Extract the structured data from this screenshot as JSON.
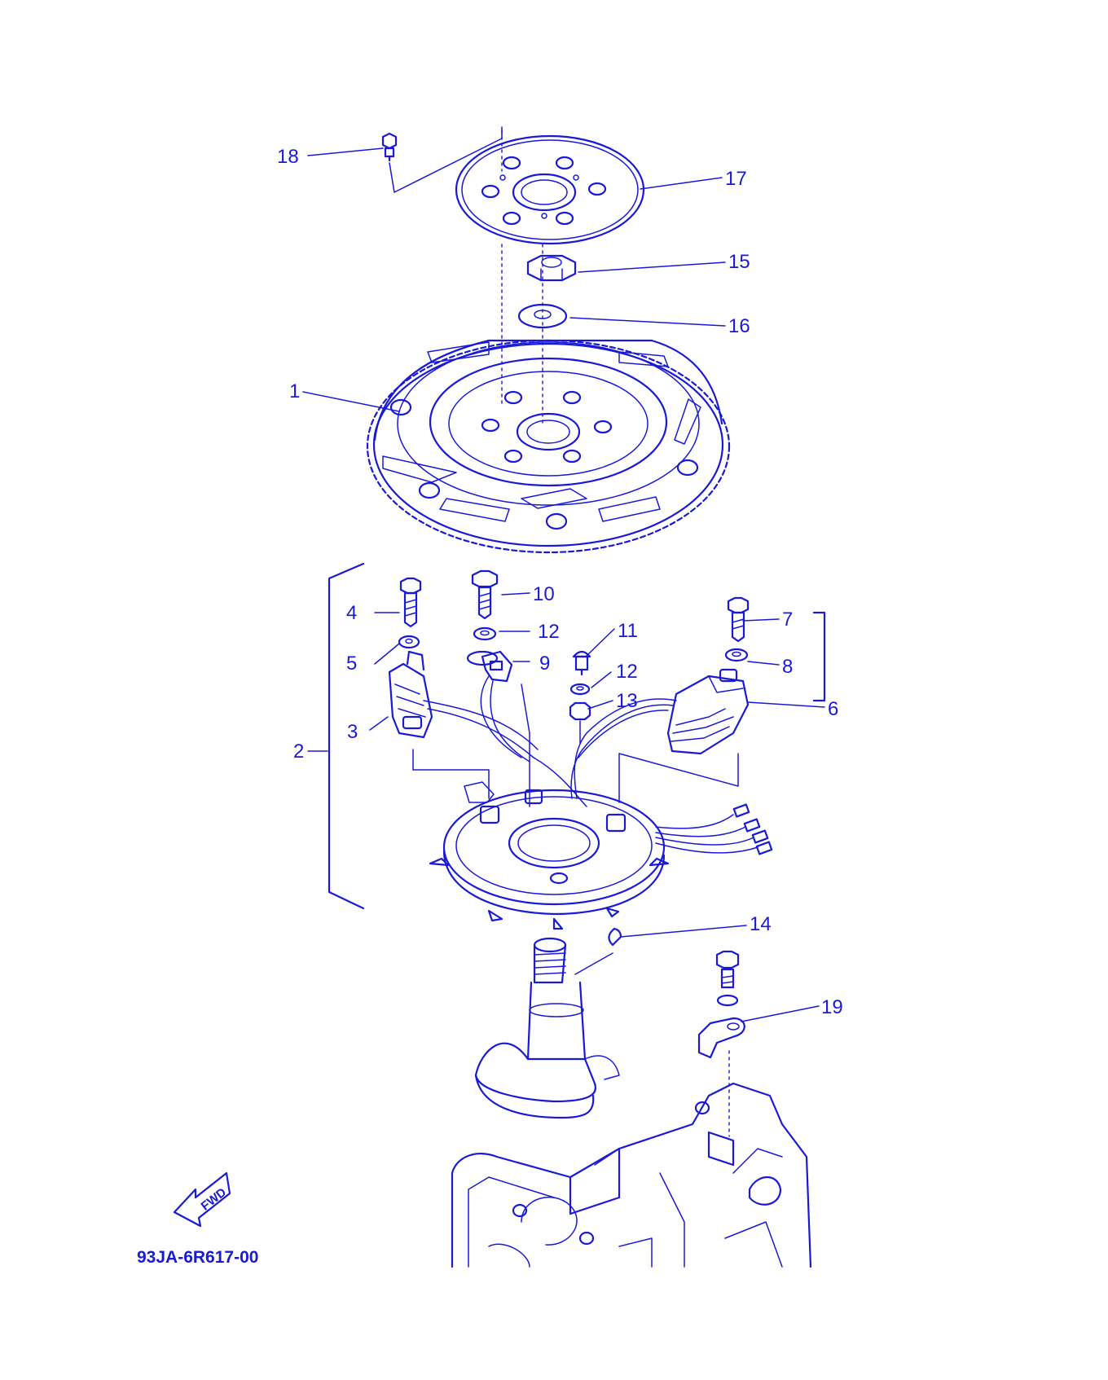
{
  "labels": {
    "p1": "1",
    "p2": "2",
    "p3": "3",
    "p4": "4",
    "p5": "5",
    "p6": "6",
    "p7": "7",
    "p8": "8",
    "p9": "9",
    "p10": "10",
    "p11": "11",
    "p12a": "12",
    "p12b": "12",
    "p13": "13",
    "p14": "14",
    "p15": "15",
    "p16": "16",
    "p17": "17",
    "p18": "18",
    "p19": "19"
  },
  "fwd_label": "FWD",
  "drawing_code": "93JA-6R617-00",
  "colors": {
    "line": "#1a1ad6",
    "background": "#ffffff"
  }
}
